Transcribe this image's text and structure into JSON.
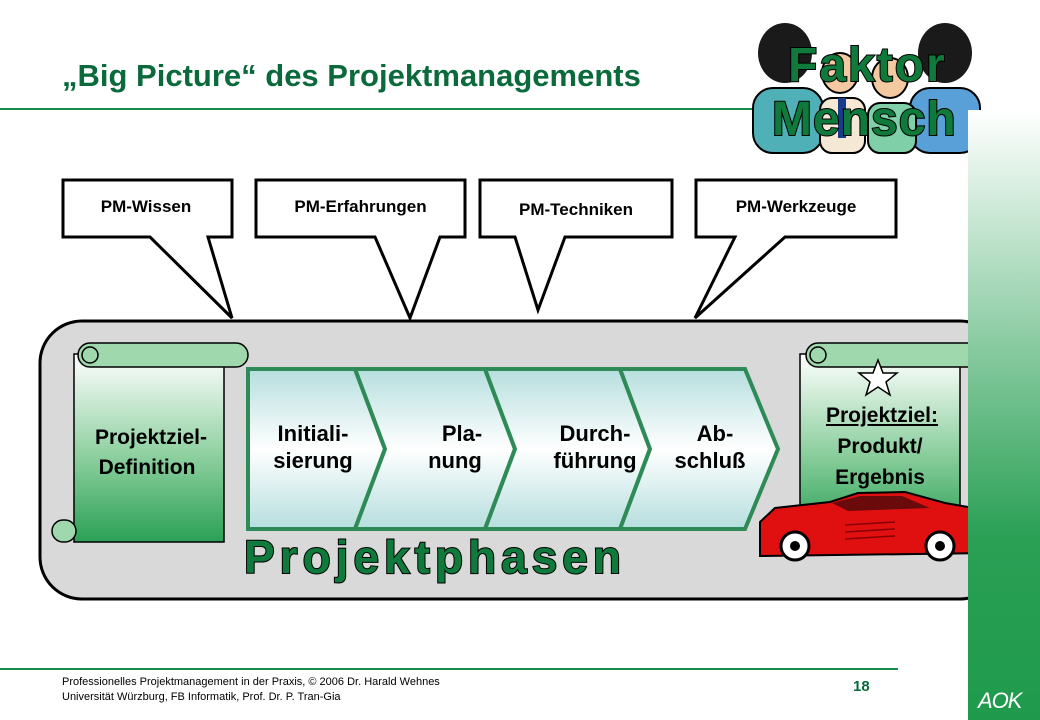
{
  "slide": {
    "title": "„Big Picture“ des Projektmanagements",
    "page_number": "18",
    "footer_line1": "Professionelles Projektmanagement in der Praxis, © 2006  Dr. Harald Wehnes",
    "footer_line2": "Universität Würzburg, FB Informatik, Prof. Dr. P. Tran-Gia",
    "logo": "AOK"
  },
  "clipart": {
    "line1": "Faktor",
    "line2": "Mensch"
  },
  "callouts": [
    "PM-Wissen",
    "PM-Erfahrungen",
    "PM-Techniken",
    "PM-Werkzeuge"
  ],
  "definition_scroll": {
    "line1": "Projektziel-",
    "line2": "Definition"
  },
  "phases": [
    {
      "line1": "Initiali-",
      "line2": "sierung"
    },
    {
      "line1": "Pla-",
      "line2": "nung"
    },
    {
      "line1": "Durch-",
      "line2": "führung"
    },
    {
      "line1": "Ab-",
      "line2": "schluß"
    }
  ],
  "goal_scroll": {
    "line1": "Projektziel:",
    "line2": "Produkt/",
    "line3": "Ergebnis"
  },
  "banner": "Projektphasen",
  "colors": {
    "accent_green": "#0a6a3c",
    "panel_grey": "#d9d9d9",
    "chevron_border": "#2e8b57",
    "car_red": "#e01010"
  }
}
